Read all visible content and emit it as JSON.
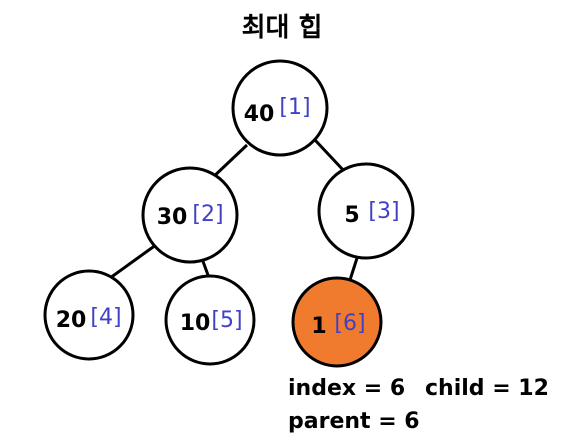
{
  "title": "최대 힙",
  "colors": {
    "node_fill": "#ffffff",
    "node_stroke": "#000000",
    "highlight_fill": "#f07b2e",
    "index_text": "#4040c8",
    "edge": "#000000"
  },
  "nodes": [
    {
      "value": "40",
      "index": "[1]",
      "highlighted": false
    },
    {
      "value": "30",
      "index": "[2]",
      "highlighted": false
    },
    {
      "value": "5",
      "index": "[3]",
      "highlighted": false
    },
    {
      "value": "20",
      "index": "[4]",
      "highlighted": false
    },
    {
      "value": "10",
      "index": "[5]",
      "highlighted": false
    },
    {
      "value": "1",
      "index": "[6]",
      "highlighted": true
    }
  ],
  "edges": [
    {
      "from": 1,
      "to": 2
    },
    {
      "from": 1,
      "to": 3
    },
    {
      "from": 2,
      "to": 4
    },
    {
      "from": 2,
      "to": 5
    },
    {
      "from": 3,
      "to": 6
    }
  ],
  "status": {
    "index": "index = 6",
    "child": "child = 12",
    "parent": "parent = 6"
  }
}
